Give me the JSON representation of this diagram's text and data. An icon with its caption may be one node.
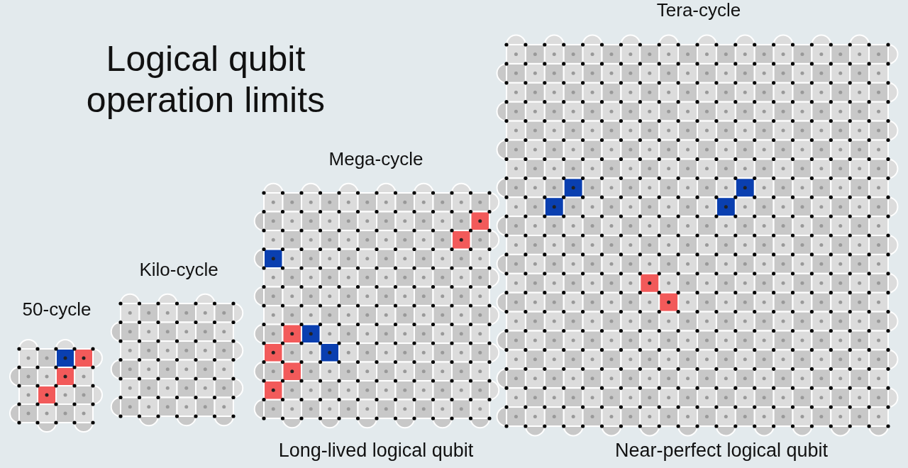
{
  "diagram": {
    "title": "Logical qubit operation limits",
    "labels": [
      "Tera-cycle",
      "Mega-cycle",
      "Kilo-cycle",
      "50-cycle",
      "Long-lived logical qubit",
      "Near-perfect logical qubit"
    ]
  }
}
